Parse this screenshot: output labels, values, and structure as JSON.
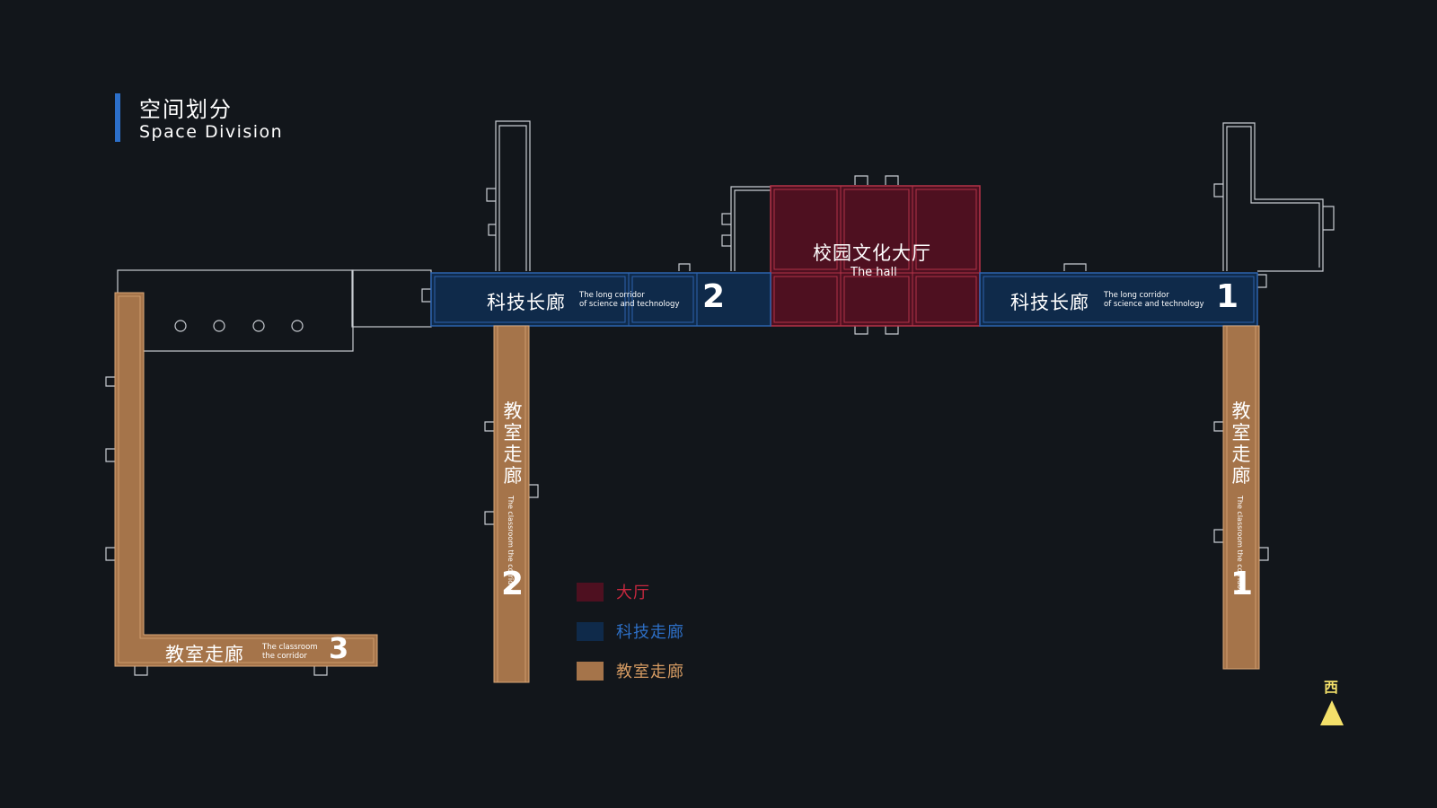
{
  "header": {
    "title_cn": "空间划分",
    "title_en": "Space Division"
  },
  "zones": {
    "hall": {
      "cn": "校园文化大厅",
      "en": "The hall"
    },
    "tech2": {
      "cn": "科技长廊",
      "en_line1": "The long corridor",
      "en_line2": "of science and technology",
      "number": "2"
    },
    "tech1": {
      "cn": "科技长廊",
      "en_line1": "The long corridor",
      "en_line2": "of science and technology",
      "number": "1"
    },
    "class3": {
      "cn": "教室走廊",
      "en_line1": "The classroom",
      "en_line2": "the corridor",
      "number": "3"
    },
    "class2": {
      "cn": "教室走廊",
      "en": "The classroom the corridor",
      "number": "2"
    },
    "class1": {
      "cn": "教室走廊",
      "en": "The classroom the corridor",
      "number": "1"
    }
  },
  "legend": [
    {
      "label": "大厅",
      "color": "#4e1020",
      "text_color": "#c8283f"
    },
    {
      "label": "科技走廊",
      "color": "#0f2a4a",
      "text_color": "#2d6fc6"
    },
    {
      "label": "教室走廊",
      "color": "#a5744a",
      "text_color": "#d49a62"
    }
  ],
  "compass": {
    "label": "西"
  },
  "colors": {
    "background": "#12161b",
    "accent": "#2c6fc9",
    "outline": "#c8ccd2"
  }
}
